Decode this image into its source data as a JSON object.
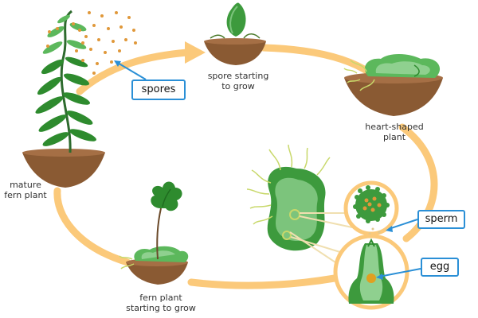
{
  "labels": {
    "mature": [
      "mature",
      "fern plant"
    ],
    "spore_grow": [
      "spore starting",
      "to grow"
    ],
    "heart": [
      "heart-shaped",
      "plant"
    ],
    "fern_grow": [
      "fern plant",
      "starting to grow"
    ]
  },
  "callouts": {
    "spores": "spores",
    "sperm": "sperm",
    "egg": "egg"
  },
  "colors": {
    "cycle_ring": "#fbc97a",
    "soil": "#8a5a33",
    "leaf_dark": "#2e8b2e",
    "leaf_light": "#5cb85c",
    "thallus": "#7cc47c",
    "spore_dots": "#e0983a",
    "callout_border": "#2a8fd6"
  },
  "icons": [
    "fern-icon",
    "spore-icon",
    "soil-icon",
    "arrow-icon"
  ]
}
